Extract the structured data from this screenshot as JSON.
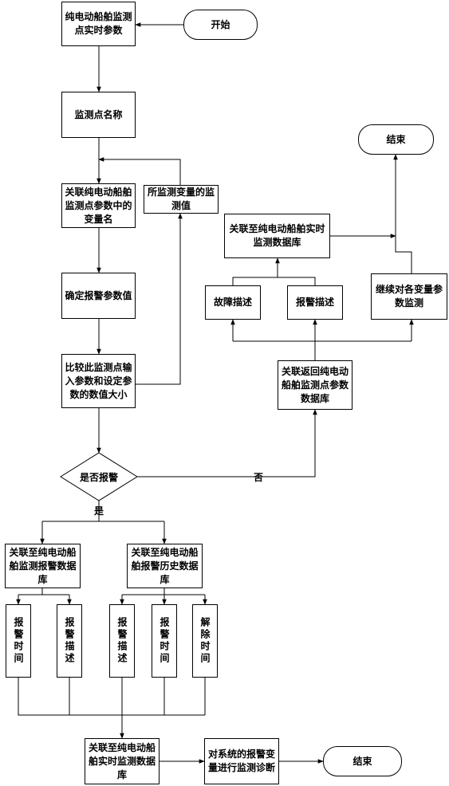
{
  "nodes": {
    "start": "开始",
    "end_top": "结束",
    "end_bottom": "结束",
    "realtime_params": "纯电动船舶监测点实时参数",
    "point_name": "监测点名称",
    "link_var_name": "关联纯电动船舶监测点参数中的变量名",
    "monitored_value": "所监测变量的监测值",
    "set_alarm_value": "确定报警参数值",
    "compare": "比较此监测点输入参数和设定参数的数值大小",
    "is_alarm": "是否报警",
    "return_db": "关联返回纯电动船舶监测点参数数据库",
    "fault_desc": "故障描述",
    "alarm_desc_top": "报警描述",
    "continue_monitor": "继续对各变量参数监测",
    "link_realtime_db_top": "关联至纯电动船舶实时监测数据库",
    "link_alarm_db": "关联至纯电动船舶监测报警数据库",
    "link_history_db": "关联至纯电动船舶报警历史数据库",
    "alarm_time_1": "报警时间",
    "alarm_desc_1": "报警描述",
    "alarm_desc_2": "报警描述",
    "alarm_time_2": "报警时间",
    "clear_time": "解除时间",
    "link_realtime_db_bottom": "关联至纯电动船舶实时监测数据库",
    "diagnose": "对系统的报警变量进行监测诊断"
  },
  "labels": {
    "yes": "是",
    "no": "否"
  }
}
